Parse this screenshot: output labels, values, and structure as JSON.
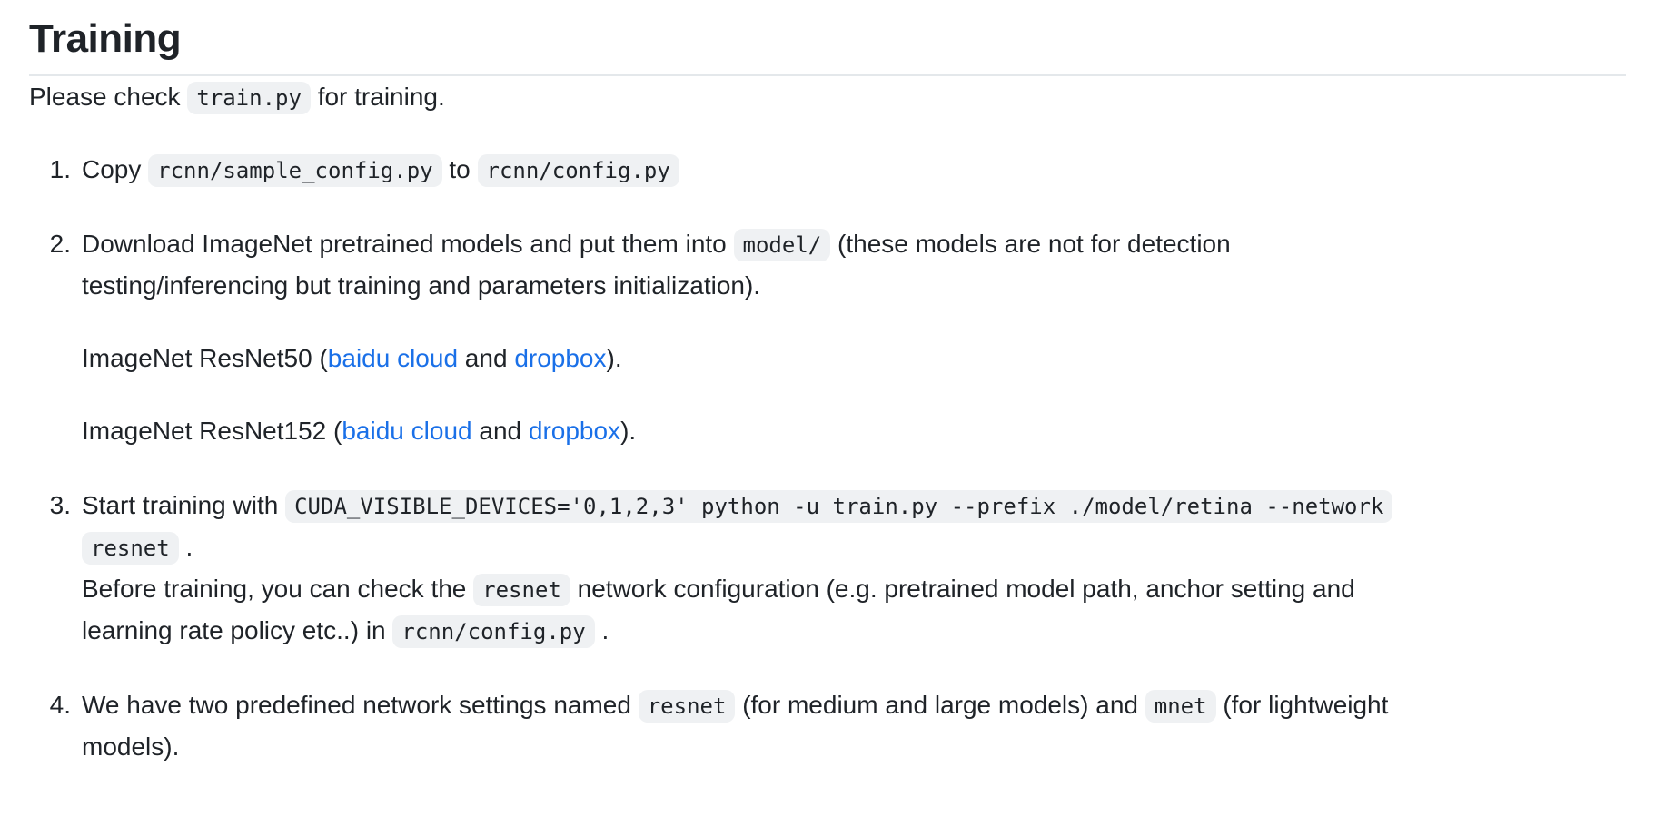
{
  "theme": {
    "background": "#ffffff",
    "text_color": "#1f2328",
    "link_color": "#1a70e8",
    "code_bg": "#eff1f3",
    "heading_rule_color": "#e4e8eb"
  },
  "heading": {
    "text": "Training"
  },
  "intro": {
    "runs": [
      {
        "t": "text",
        "v": "Please check "
      },
      {
        "t": "code",
        "v": "train.py"
      },
      {
        "t": "text",
        "v": " for training."
      }
    ]
  },
  "list": {
    "items": [
      {
        "number": "1.",
        "paragraphs": [
          {
            "runs": [
              {
                "t": "text",
                "v": "Copy "
              },
              {
                "t": "code",
                "v": "rcnn/sample_config.py"
              },
              {
                "t": "text",
                "v": " to "
              },
              {
                "t": "code",
                "v": "rcnn/config.py"
              }
            ]
          }
        ]
      },
      {
        "number": "2.",
        "paragraphs": [
          {
            "runs": [
              {
                "t": "text",
                "v": "Download ImageNet pretrained models and put them into "
              },
              {
                "t": "code",
                "v": "model/"
              },
              {
                "t": "text",
                "v": " (these models are not for detection"
              },
              {
                "t": "br"
              },
              {
                "t": "text",
                "v": "testing/inferencing but training and parameters initialization)."
              }
            ]
          },
          {
            "runs": [
              {
                "t": "text",
                "v": "ImageNet ResNet50 ("
              },
              {
                "t": "link",
                "v": "baidu cloud",
                "name": "baidu-cloud-resnet50-link"
              },
              {
                "t": "text",
                "v": " and "
              },
              {
                "t": "link",
                "v": "dropbox",
                "name": "dropbox-resnet50-link"
              },
              {
                "t": "text",
                "v": ")."
              }
            ]
          },
          {
            "runs": [
              {
                "t": "text",
                "v": "ImageNet ResNet152 ("
              },
              {
                "t": "link",
                "v": "baidu cloud",
                "name": "baidu-cloud-resnet152-link"
              },
              {
                "t": "text",
                "v": " and "
              },
              {
                "t": "link",
                "v": "dropbox",
                "name": "dropbox-resnet152-link"
              },
              {
                "t": "text",
                "v": ")."
              }
            ]
          }
        ]
      },
      {
        "number": "3.",
        "paragraphs": [
          {
            "runs": [
              {
                "t": "text",
                "v": "Start training with "
              },
              {
                "t": "code",
                "v": "CUDA_VISIBLE_DEVICES='0,1,2,3' python -u train.py --prefix ./model/retina --network"
              },
              {
                "t": "br"
              },
              {
                "t": "code",
                "v": "resnet"
              },
              {
                "t": "text",
                "v": " ."
              },
              {
                "t": "br"
              },
              {
                "t": "text",
                "v": "Before training, you can check the "
              },
              {
                "t": "code",
                "v": "resnet"
              },
              {
                "t": "text",
                "v": " network configuration (e.g. pretrained model path, anchor setting and"
              },
              {
                "t": "br"
              },
              {
                "t": "text",
                "v": "learning rate policy etc..) in "
              },
              {
                "t": "code",
                "v": "rcnn/config.py"
              },
              {
                "t": "text",
                "v": " ."
              }
            ]
          }
        ]
      },
      {
        "number": "4.",
        "paragraphs": [
          {
            "runs": [
              {
                "t": "text",
                "v": "We have two predefined network settings named "
              },
              {
                "t": "code",
                "v": "resnet"
              },
              {
                "t": "text",
                "v": " (for medium and large models) and "
              },
              {
                "t": "code",
                "v": "mnet"
              },
              {
                "t": "text",
                "v": " (for lightweight"
              },
              {
                "t": "br"
              },
              {
                "t": "text",
                "v": "models)."
              }
            ]
          }
        ]
      }
    ]
  }
}
